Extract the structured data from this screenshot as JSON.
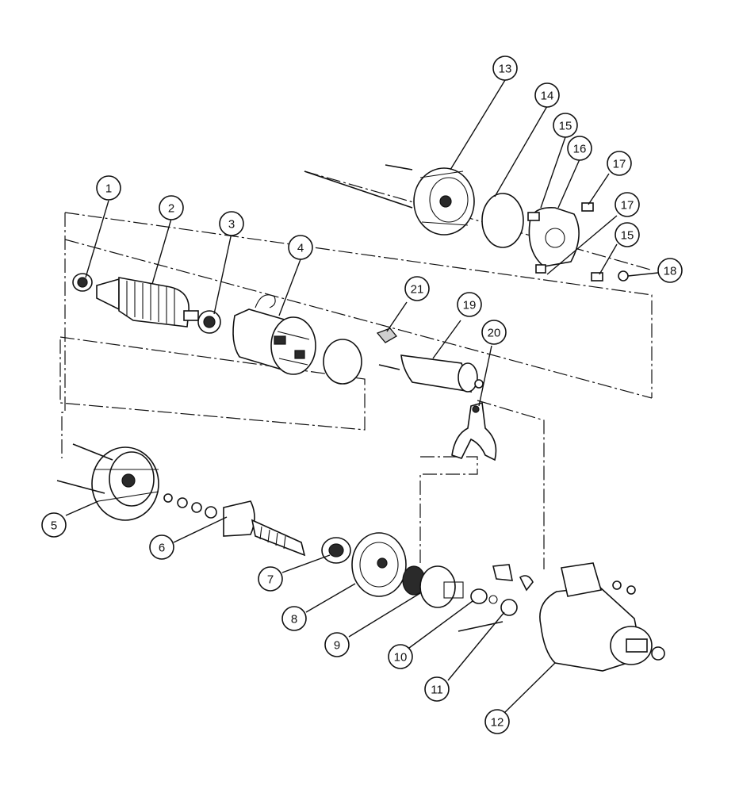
{
  "diagram": {
    "callouts": [
      {
        "id": "c1",
        "label": "1"
      },
      {
        "id": "c2",
        "label": "2"
      },
      {
        "id": "c3",
        "label": "3"
      },
      {
        "id": "c4",
        "label": "4"
      },
      {
        "id": "c5",
        "label": "5"
      },
      {
        "id": "c6",
        "label": "6"
      },
      {
        "id": "c7",
        "label": "7"
      },
      {
        "id": "c8",
        "label": "8"
      },
      {
        "id": "c9",
        "label": "9"
      },
      {
        "id": "c10",
        "label": "10"
      },
      {
        "id": "c11",
        "label": "11"
      },
      {
        "id": "c12",
        "label": "12"
      },
      {
        "id": "c13",
        "label": "13"
      },
      {
        "id": "c14",
        "label": "14"
      },
      {
        "id": "c15a",
        "label": "15"
      },
      {
        "id": "c16",
        "label": "16"
      },
      {
        "id": "c17a",
        "label": "17"
      },
      {
        "id": "c17b",
        "label": "17"
      },
      {
        "id": "c15b",
        "label": "15"
      },
      {
        "id": "c18",
        "label": "18"
      },
      {
        "id": "c19",
        "label": "19"
      },
      {
        "id": "c20",
        "label": "20"
      },
      {
        "id": "c21",
        "label": "21"
      }
    ]
  }
}
